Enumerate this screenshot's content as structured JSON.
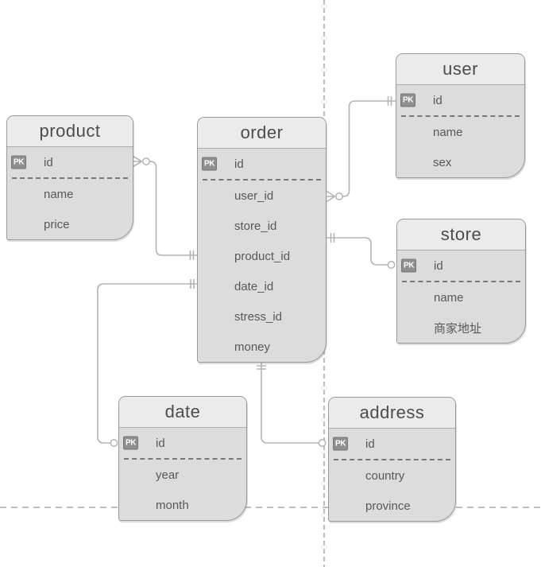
{
  "badges": {
    "pk": "PK"
  },
  "colors": {
    "header_bg": "#ebebeb",
    "body_bg": "#dcdcdc",
    "border": "#9a9a9a",
    "text": "#555555",
    "connector": "#b3b3b3",
    "pk_badge_bg": "#8f8f8f",
    "guide": "#bdbdbd",
    "canvas_bg": "#ffffff"
  },
  "tables": {
    "product": {
      "title": "product",
      "primary_key": "id",
      "columns": [
        "name",
        "price"
      ]
    },
    "order": {
      "title": "order",
      "primary_key": "id",
      "columns": [
        "user_id",
        "store_id",
        "product_id",
        "date_id",
        "stress_id",
        "money"
      ]
    },
    "user": {
      "title": "user",
      "primary_key": "id",
      "columns": [
        "name",
        "sex"
      ]
    },
    "store": {
      "title": "store",
      "primary_key": "id",
      "columns": [
        "name",
        "商家地址"
      ]
    },
    "date": {
      "title": "date",
      "primary_key": "id",
      "columns": [
        "year",
        "month"
      ]
    },
    "address": {
      "title": "address",
      "primary_key": "id",
      "columns": [
        "country",
        "province"
      ]
    }
  },
  "relationships": [
    {
      "from": "product.id",
      "to": "order.product_id",
      "from_marker": "zero-or-many",
      "to_marker": "one"
    },
    {
      "from": "order.user_id",
      "to": "user.id",
      "from_marker": "zero-or-many",
      "to_marker": "one"
    },
    {
      "from": "order.store_id",
      "to": "store.id",
      "from_marker": "one",
      "to_marker": "zero"
    },
    {
      "from": "order.date_id",
      "to": "date.id",
      "from_marker": "one",
      "to_marker": "zero"
    },
    {
      "from": "order.stress_id",
      "to": "address.id",
      "from_marker": "one",
      "to_marker": "zero"
    }
  ]
}
